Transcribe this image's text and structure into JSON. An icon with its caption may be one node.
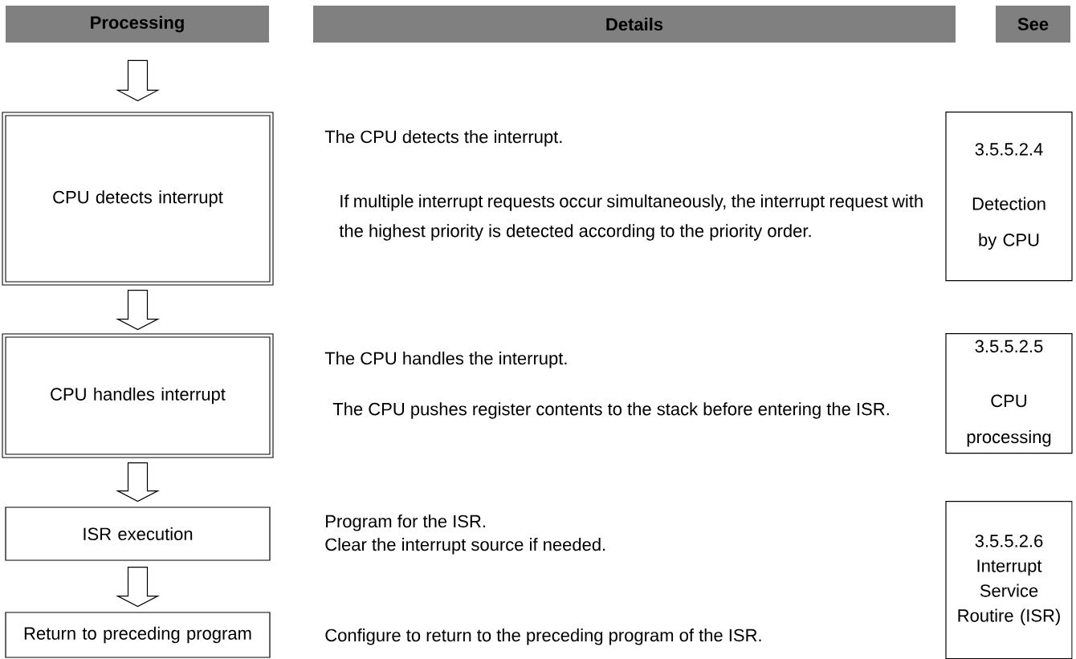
{
  "diagram": {
    "nodes": [
      {
        "text": [
          "Processing"
        ]
      },
      {
        "text": [
          "Details"
        ]
      },
      {
        "text": [
          "See"
        ]
      },
      {
        "text": [
          "CPU detects interrupt"
        ]
      },
      {
        "text": [
          "CPU handles interrupt"
        ]
      },
      {
        "text": [
          "ISR execution"
        ]
      },
      {
        "text": [
          "Return to preceding program"
        ]
      },
      {
        "text": [
          "3.5.5.2.4",
          "Detection by CPU"
        ]
      },
      {
        "text": [
          "3.5.5.2.5",
          "CPU processing"
        ]
      },
      {
        "text": [
          "3.5.5.2.6",
          "Interrupt Service Routire (ISR)"
        ]
      }
    ],
    "edges": [
      {
        "from": null,
        "to": 3,
        "arrow": "to"
      },
      {
        "from": 3,
        "to": 4,
        "arrow": "to"
      },
      {
        "from": 4,
        "to": 5,
        "arrow": "to"
      },
      {
        "from": 5,
        "to": 6,
        "arrow": "to"
      }
    ],
    "labels": [
      "The CPU detects the interrupt.",
      "If multiple interrupt requests occur simultaneously, the interrupt request with the highest priority is detected according to the priority order.",
      "The CPU handles the interrupt.",
      "The CPU pushes register contents to the stack before entering the ISR.",
      "Program for the ISR.",
      "Clear the interrupt source if needed.",
      "Configure to return to the preceding program of the ISR."
    ]
  }
}
